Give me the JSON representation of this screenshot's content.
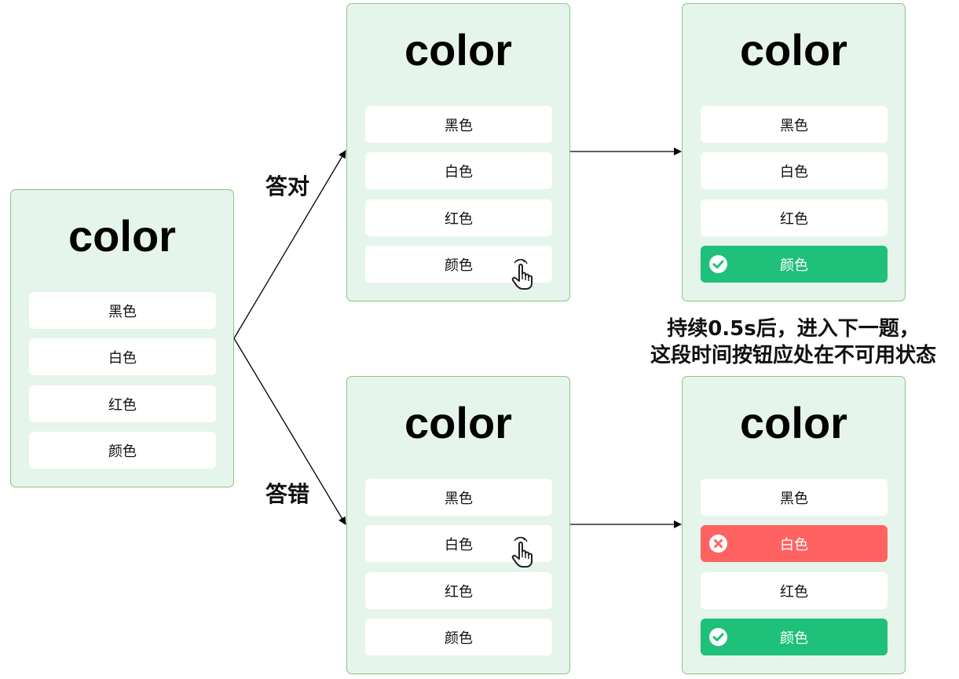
{
  "colors": {
    "card_background": "#e5f5ec",
    "card_border": "#8fc47f",
    "correct": "#1ec07a",
    "wrong": "#fe6361"
  },
  "labels": {
    "correct_branch": "答对",
    "wrong_branch": "答错"
  },
  "note": {
    "line1": "持续0.5s后，进入下一题，",
    "line2": "这段时间按钮应处在不可用状态"
  },
  "cards": {
    "initial": {
      "title": "color",
      "options": [
        "黑色",
        "白色",
        "红色",
        "颜色"
      ]
    },
    "correct_tap": {
      "title": "color",
      "options": [
        "黑色",
        "白色",
        "红色",
        "颜色"
      ],
      "tapped_icon": "pointing-hand-icon"
    },
    "correct_result": {
      "title": "color",
      "options": [
        "黑色",
        "白色",
        "红色",
        "颜色"
      ],
      "correct_icon": "check-circle-icon"
    },
    "wrong_tap": {
      "title": "color",
      "options": [
        "黑色",
        "白色",
        "红色",
        "颜色"
      ],
      "tapped_icon": "pointing-hand-icon"
    },
    "wrong_result": {
      "title": "color",
      "options": [
        "黑色",
        "白色",
        "红色",
        "颜色"
      ],
      "wrong_icon": "x-circle-icon",
      "correct_icon": "check-circle-icon"
    }
  }
}
